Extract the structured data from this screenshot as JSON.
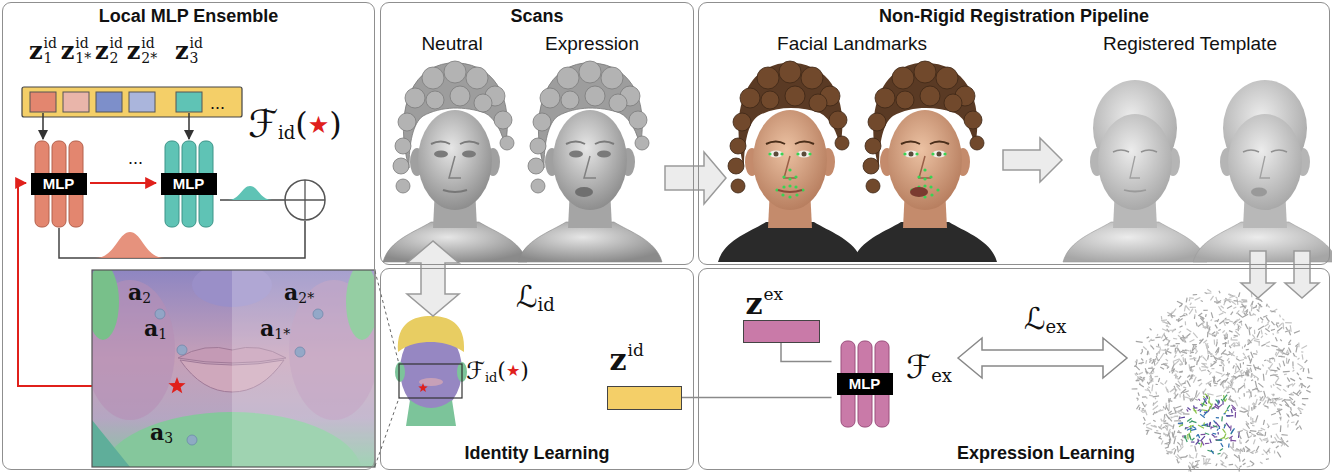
{
  "diagram": {
    "nodes": [
      {
        "text": [
          "Local MLP Ensemble"
        ]
      },
      {
        "text": [
          "MLP"
        ],
        "in": 0
      },
      {
        "text": [
          "MLP"
        ],
        "in": 0
      },
      {
        "text": [
          "Scans"
        ]
      },
      {
        "text": [
          "Non-Rigid Registration Pipeline"
        ]
      },
      {
        "text": [
          "Identity Learning"
        ]
      },
      {
        "text": [
          "z",
          "id"
        ],
        "in": 5
      },
      {
        "text": [
          "Expression Learning"
        ]
      },
      {
        "text": [
          "z",
          "ex"
        ],
        "in": 7
      },
      {
        "text": [
          "MLP"
        ],
        "in": 7
      }
    ],
    "edges": [
      {
        "from": 3,
        "to": 4,
        "arrow": "to"
      },
      {
        "from": 3,
        "to": 5,
        "arrow": "both"
      },
      {
        "from": 4,
        "to": 7,
        "arrow": "to"
      },
      {
        "from": 4,
        "to": 7,
        "arrow": "to"
      },
      {
        "from": 6,
        "to": 9,
        "arrow": "none"
      },
      {
        "from": 8,
        "to": 9,
        "arrow": "none"
      }
    ],
    "labels": [
      "z",
      "id",
      "1",
      "z",
      "id",
      "1*",
      "z",
      "id",
      "2",
      "z",
      "id",
      "2*",
      "z",
      "id",
      "3",
      "...",
      "...",
      "ℱ",
      "id",
      "(",
      "★",
      ")",
      "a",
      "2",
      "a",
      "2*",
      "a",
      "1",
      "a",
      "1*",
      "a",
      "3",
      "Neutral",
      "Expression",
      "Facial Landmarks",
      "Registered Template",
      "ℒ",
      "id",
      "ℱ",
      "id",
      "(",
      "★",
      ")",
      "ℱ",
      "ex",
      "ℒ",
      "ex"
    ]
  }
}
